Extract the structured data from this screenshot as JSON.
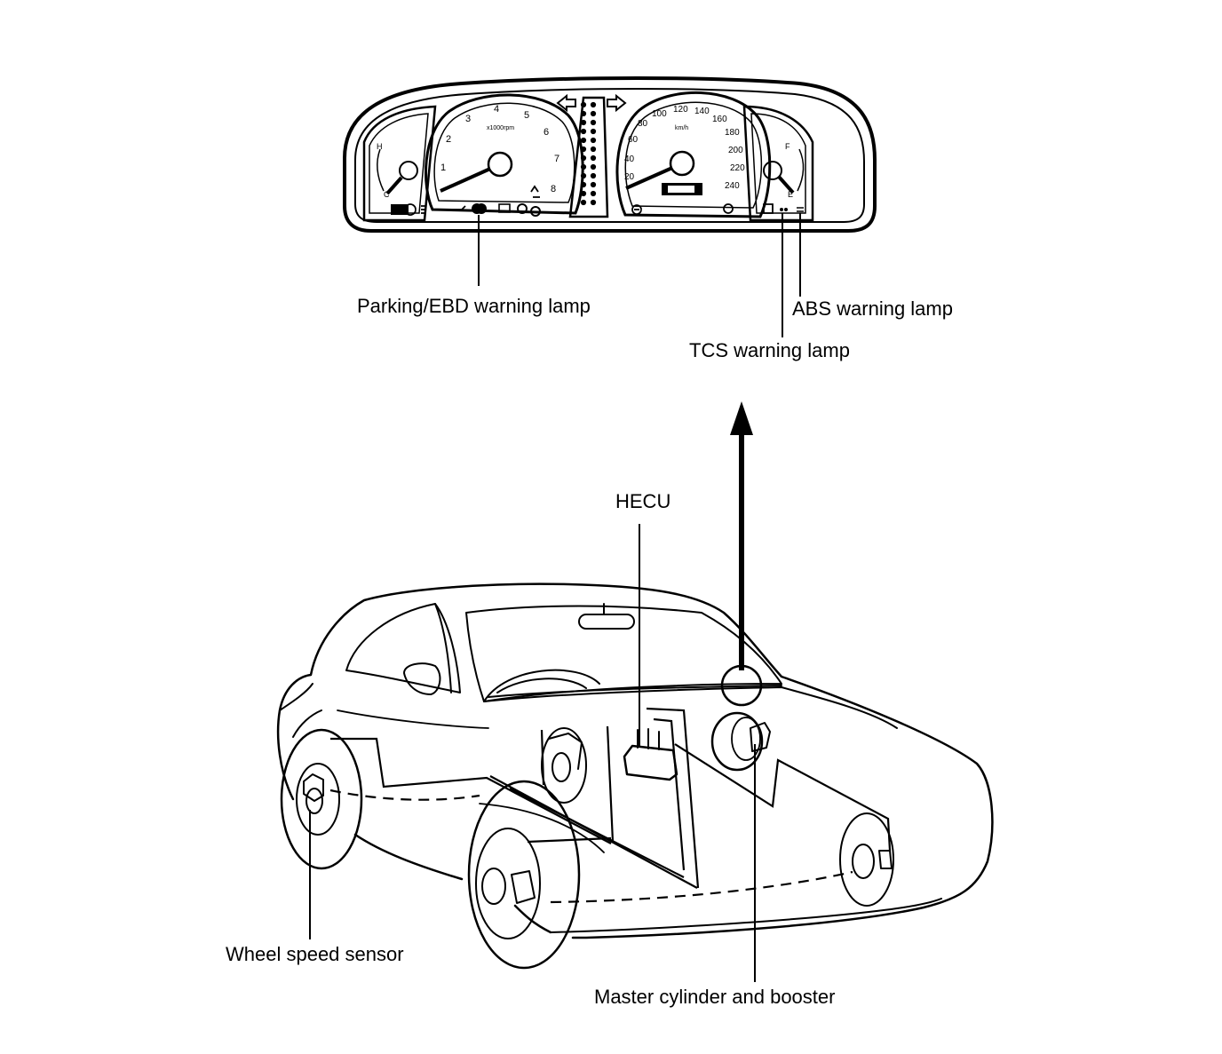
{
  "labels": {
    "parking_ebd": "Parking/EBD warning lamp",
    "abs": "ABS warning lamp",
    "tcs": "TCS warning lamp",
    "hecu": "HECU",
    "wheel_speed_sensor": "Wheel speed sensor",
    "master_cylinder": "Master cylinder and booster"
  },
  "tacho": {
    "ticks": [
      "1",
      "2",
      "3",
      "4",
      "5",
      "6",
      "7",
      "8"
    ],
    "unit": "x1000rpm"
  },
  "speedo": {
    "ticks": [
      "20",
      "40",
      "60",
      "80",
      "100",
      "120",
      "140",
      "160",
      "180",
      "200",
      "220",
      "240"
    ],
    "unit": "km/h"
  },
  "gauges": {
    "temp_h": "H",
    "temp_c": "C",
    "fuel_f": "F",
    "fuel_e": "E"
  }
}
